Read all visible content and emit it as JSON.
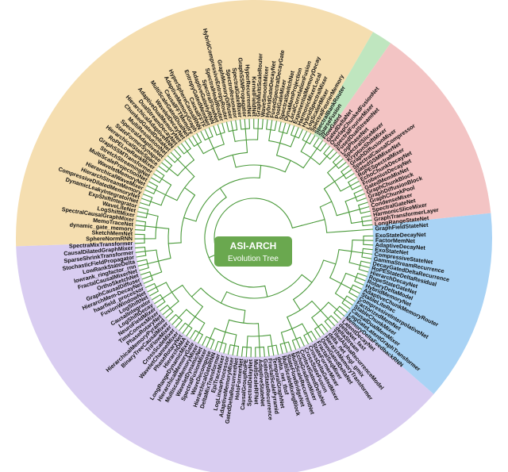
{
  "center": {
    "title": "ASI-ARCH",
    "subtitle": "Evolution Tree"
  },
  "colors": {
    "orange": "#f5deb0",
    "green": "#bfe6bf",
    "pink": "#f3c4c4",
    "blue": "#a9d3f5",
    "purple": "#d9cdf1",
    "branch": "#4a9a3a",
    "badge": "#6aa84f"
  },
  "sectors": [
    {
      "name": "orange",
      "start": 178,
      "end": 300
    },
    {
      "name": "green",
      "start": 300,
      "end": 305
    },
    {
      "name": "pink",
      "start": 305,
      "end": 354
    },
    {
      "name": "blue",
      "start": 354,
      "end": 41
    },
    {
      "name": "purple",
      "start": 41,
      "end": 178
    }
  ],
  "leaves": [
    "ExoStateDecayNet",
    "FactorMemNet",
    "AdaptiveDecayNet",
    "ExoStateNet",
    "CompressiveStateNet",
    "GammaStreamRecurrence",
    "DecayGatedDeltaRecurrence",
    "RoPEStateDeltaResidual",
    "HierarchDecayNet",
    "RopeStateGateNet",
    "RotaryDeltaModel",
    "HybridMemoryNet",
    "AdaptiveChunkMemoryRouter",
    "StableLiteRec",
    "CompressiveInterpolativeNet",
    "FactorizedMemNet",
    "StableChunkMixer",
    "CausalDualMemMixer",
    "LogGateLatentGraphTransformer",
    "MemoryDeltaFeedbackRNN",
    "LatentDecayNet",
    "deltaNet_fast",
    "deltaStream",
    "TiledAlphaRecurrenceModel",
    "delta_net_logl_gmix",
    "HierarchMemoryTransformer",
    "OmniGatedDeltaNet",
    "FractalSeqMixer",
    "StateFormerMixer",
    "CrossDeltaGatedMixer",
    "CrossStateFusion",
    "ContextGatedDeltaNet",
    "EchoGradientMixer",
    "MultiScaleRecurrentNet",
    "StateFlowBridgeNet",
    "MultiScaleMixingBlock",
    "delta_net_tbsf",
    "TemporalGraphNet",
    "FractalScalePyramid",
    "GatedStateRecurrence",
    "AdaptiveStateNet",
    "MultiScaleRFNet",
    "SpectralDelayNet",
    "CausalGroupRoPE",
    "HoloFormerNet",
    "GatedDeltaRecurrentNet",
    "AdaptiveMemoryMixer",
    "LogLinearProcessor",
    "EpiTraceMixer",
    "DeltaMixTransformer",
    "HierarchicalGateRNN",
    "WaveDecompose",
    "SpectralFusionMixer",
    "WaveletDynamicNet",
    "MultiscaleMemoryMixer",
    "HierarchicalMemoryGate",
    "LongRangeDynamicMixer",
    "HierarchDMA",
    "PhaseRotaryNet",
    "WaveletChannelMixer",
    "CrossScaleMixer",
    "TriFlowMixer",
    "BinaryTreeCausalMixer",
    "HierarchicalMemoryPyramid",
    "PhaseRotaryNet",
    "TimeConvexMixer",
    "NeuroFieldMixer",
    "LogShiftDecay",
    "CausalIntegrator",
    "LogShiftNet",
    "FusionWindowNet",
    "haarfield_processor",
    "HierarchMem-DecayNet",
    "GraphCausalDiffuser",
    "OrthoSketchNet",
    "FractalCausalMixerNet",
    "lowrank_ringfactor_rnn",
    "LowRankStateDelta",
    "StochasticFieldPropagator",
    "SparseShrinkTransformer",
    "CausalDilatedGraphMixer",
    "SpectraMixTransformer",
    "SphereNormRNN",
    "SketchMemNet",
    "dynamic_gate_memory",
    "MemoTraceNet",
    "SpectralCausalGraphMixer",
    "LogShiftMixer",
    "WaveLiteNet",
    "ExpShiftIntegrator",
    "DynamicLeakyIntegratorNet",
    "CompressiveDilatedMemoryNet",
    "HierarchStreamMemory",
    "HierarchicalWaveMixer",
    "WaveletMemoryNet",
    "MultiScaleProjectionNet",
    "StretchStreamingNet",
    "GraphSSMTransformer",
    "RoPELowRankMixer",
    "HierarchicalStateSpace",
    "StateFormerSynapse",
    "SpectralAdaptiveNet",
    "MultiResolutionNet",
    "ChunkedGatedDeltaNet",
    "HierarchicalAdaptiveRNN",
    "DualStreamDecayNet",
    "AdaptiveDualMemoryNet",
    "WaveletDecayNet",
    "MultiScaleGatedDualNet",
    "CausalFFTMemory",
    "AdaptiveMemoryGraph",
    "HyperSphereCausalRNN",
    "CausalFFTF",
    "EntropyGatedMemNet",
    "AdaptiveGateHyRNN",
    "SpectralFlowNet",
    "SpectralHeadRouter",
    "HybridCompressiveEntropyRouter",
    "GraphMemoryDiffuser",
    "SpectroResonator",
    "SpectralGateMixer",
    "GraphSSMPropagator",
    "HyperRecurrentNet",
    "KernelFieldNet",
    "GraphMultiScaleRouter",
    "WaveSmoothMixer",
    "HybridGateDecayNet",
    "FusedSpectralDecayGate",
    "PoolGateMixer",
    "SpectralSwitchNet",
    "DynaMemProjection",
    "LocalCorrelationFusion",
    "ExponentialMemoryDecay",
    "HarmonicMixerLocal",
    "HybridSpectralMixer",
    "LogScaleHMixer",
    "SpectralFourierMemory",
    "SpectralBankRouter",
    "SparseFusion",
    "FlowGated",
    "GatedDeltaNet",
    "OverlapChunkedFusionNet",
    "SpectralFourierMixer",
    "FusedDualStreamNet",
    "LogPhaseNet",
    "SpectralSliceMixer",
    "KryptonShiftMixer",
    "GraphDiffusionMixer",
    "SpectralCausalCompressor",
    "GatedSSMMixerNet",
    "RoPESpectralMixer",
    "EchoChunkDecayNet",
    "FrobeniusDecayNet",
    "GatedMemMixNet",
    "GraphChunkBlock",
    "GraphDiffusionBlock",
    "GraphChunkPool",
    "CondenseMixer",
    "SpectralGateNet",
    "HarmonicSliceMixer",
    "GraphTransformerLayer",
    "LongRangeStateNet",
    "GraphFieldStateNet"
  ]
}
